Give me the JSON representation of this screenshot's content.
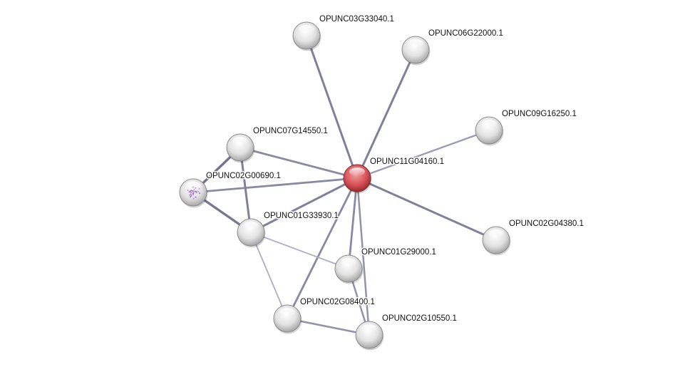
{
  "network": {
    "query_node": "OPUNC11G04160.1",
    "nodes": [
      {
        "id": "OPUNC11G04160.1",
        "color": "#d9545a",
        "query": true
      },
      {
        "id": "OPUNC03G33040.1",
        "color": "#e6e6e6"
      },
      {
        "id": "OPUNC06G22000.1",
        "color": "#e6e6e6"
      },
      {
        "id": "OPUNC09G16250.1",
        "color": "#e6e6e6"
      },
      {
        "id": "OPUNC02G04380.1",
        "color": "#e6e6e6"
      },
      {
        "id": "OPUNC07G14550.1",
        "color": "#e6e6e6"
      },
      {
        "id": "OPUNC02G00690.1",
        "color": "#e6e6e6",
        "structure": true
      },
      {
        "id": "OPUNC01G33930.1",
        "color": "#e6e6e6"
      },
      {
        "id": "OPUNC01G29000.1",
        "color": "#e6e6e6"
      },
      {
        "id": "OPUNC02G08400.1",
        "color": "#e6e6e6"
      },
      {
        "id": "OPUNC02G10550.1",
        "color": "#e6e6e6"
      }
    ],
    "edges": [
      [
        "OPUNC11G04160.1",
        "OPUNC03G33040.1",
        0.8
      ],
      [
        "OPUNC11G04160.1",
        "OPUNC06G22000.1",
        0.8
      ],
      [
        "OPUNC11G04160.1",
        "OPUNC09G16250.1",
        0.5
      ],
      [
        "OPUNC11G04160.1",
        "OPUNC02G04380.1",
        0.8
      ],
      [
        "OPUNC11G04160.1",
        "OPUNC07G14550.1",
        0.7
      ],
      [
        "OPUNC11G04160.1",
        "OPUNC02G00690.1",
        0.7
      ],
      [
        "OPUNC11G04160.1",
        "OPUNC01G33930.1",
        0.8
      ],
      [
        "OPUNC11G04160.1",
        "OPUNC01G29000.1",
        0.7
      ],
      [
        "OPUNC11G04160.1",
        "OPUNC02G08400.1",
        0.7
      ],
      [
        "OPUNC11G04160.1",
        "OPUNC02G10550.1",
        0.6
      ],
      [
        "OPUNC07G14550.1",
        "OPUNC02G00690.1",
        0.95
      ],
      [
        "OPUNC07G14550.1",
        "OPUNC01G33930.1",
        0.8
      ],
      [
        "OPUNC02G00690.1",
        "OPUNC01G33930.1",
        0.9
      ],
      [
        "OPUNC01G33930.1",
        "OPUNC01G29000.1",
        0.3
      ],
      [
        "OPUNC01G33930.1",
        "OPUNC02G08400.1",
        0.3
      ],
      [
        "OPUNC01G29000.1",
        "OPUNC02G10550.1",
        0.6
      ],
      [
        "OPUNC02G08400.1",
        "OPUNC02G10550.1",
        0.6
      ]
    ]
  }
}
